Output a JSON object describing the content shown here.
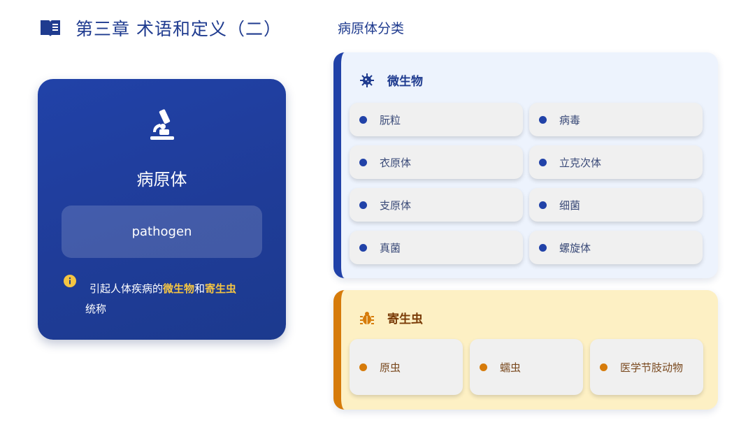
{
  "header": {
    "icon": "book-open-icon",
    "title": "第三章  术语和定义（二）"
  },
  "section": {
    "title": "病原体分类"
  },
  "term_card": {
    "icon": "microscope-icon",
    "name": "病原体",
    "english": "pathogen",
    "info_icon": "info-circle-icon",
    "definition": {
      "prefix": "引起人体疾病的",
      "highlight1": "微生物",
      "middle": "和",
      "highlight2": "寄生虫",
      "suffix": "统称"
    },
    "colors": {
      "background": "#2142a8",
      "highlight": "#f5c542"
    }
  },
  "groups": {
    "microorganisms": {
      "icon": "virus-icon",
      "title": "微生物",
      "accent": "#2142a8",
      "items": [
        "朊粒",
        "病毒",
        "衣原体",
        "立克次体",
        "支原体",
        "细菌",
        "真菌",
        "螺旋体"
      ]
    },
    "parasites": {
      "icon": "bug-icon",
      "title": "寄生虫",
      "accent": "#d67b0a",
      "items": [
        "原虫",
        "蠕虫",
        "医学节肢动物"
      ]
    }
  }
}
